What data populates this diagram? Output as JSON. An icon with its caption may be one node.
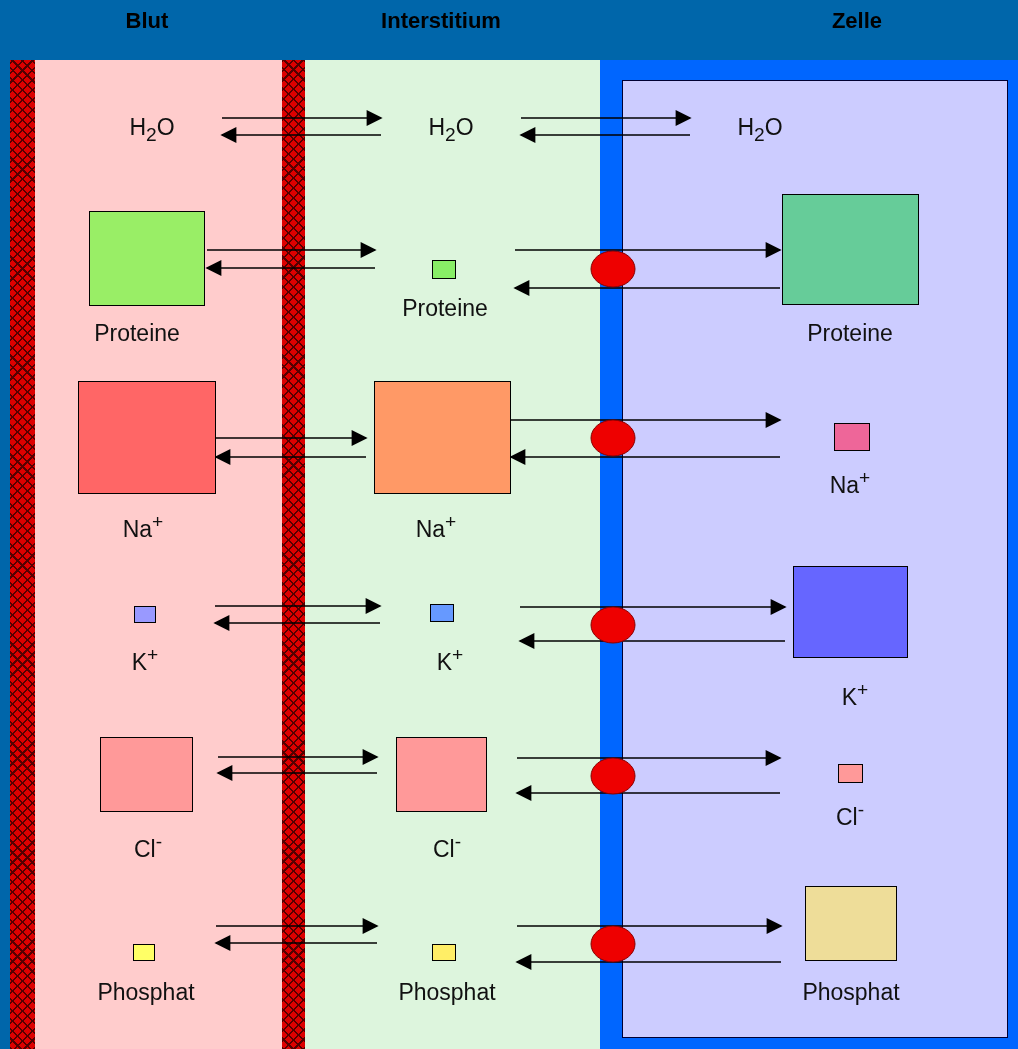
{
  "diagram": {
    "nodes": [
      {
        "text": [
          "Blut"
        ]
      },
      {
        "text": [
          "Interstitium"
        ]
      },
      {
        "text": [
          "Zelle"
        ]
      },
      {
        "text": [
          "H$_{2}$O"
        ],
        "in": 0
      },
      {
        "text": [
          "Proteine"
        ],
        "in": 0
      },
      {
        "text": [
          "Na$^{+}$"
        ],
        "in": 0
      },
      {
        "text": [
          "K$^{+}$"
        ],
        "in": 0
      },
      {
        "text": [
          "Cl$^{-}$"
        ],
        "in": 0
      },
      {
        "text": [
          "Phosphat"
        ],
        "in": 0
      },
      {
        "text": [
          "H$_{2}$O"
        ],
        "in": 1
      },
      {
        "text": [
          "Proteine"
        ],
        "in": 1
      },
      {
        "text": [
          "Na$^{+}$"
        ],
        "in": 1
      },
      {
        "text": [
          "K$^{+}$"
        ],
        "in": 1
      },
      {
        "text": [
          "Cl$^{-}$"
        ],
        "in": 1
      },
      {
        "text": [
          "Phosphat"
        ],
        "in": 1
      },
      {
        "text": [
          "H$_{2}$O"
        ],
        "in": 2
      },
      {
        "text": [
          "Proteine"
        ],
        "in": 2
      },
      {
        "text": [
          "Na$^{+}$"
        ],
        "in": 2
      },
      {
        "text": [
          "K$^{+}$"
        ],
        "in": 2
      },
      {
        "text": [
          "Cl$^{-}$"
        ],
        "in": 2
      },
      {
        "text": [
          "Phosphat"
        ],
        "in": 2
      }
    ],
    "edges": [
      {
        "from": 3,
        "to": 9,
        "arrow": "to"
      },
      {
        "from": 9,
        "to": 3,
        "arrow": "to"
      },
      {
        "from": 4,
        "to": 10,
        "arrow": "to"
      },
      {
        "from": 10,
        "to": 4,
        "arrow": "to"
      },
      {
        "from": 5,
        "to": 11,
        "arrow": "to"
      },
      {
        "from": 11,
        "to": 5,
        "arrow": "to"
      },
      {
        "from": 6,
        "to": 12,
        "arrow": "to"
      },
      {
        "from": 12,
        "to": 6,
        "arrow": "to"
      },
      {
        "from": 7,
        "to": 13,
        "arrow": "to"
      },
      {
        "from": 13,
        "to": 7,
        "arrow": "to"
      },
      {
        "from": 8,
        "to": 14,
        "arrow": "to"
      },
      {
        "from": 14,
        "to": 8,
        "arrow": "to"
      },
      {
        "from": 9,
        "to": 15,
        "arrow": "to"
      },
      {
        "from": 15,
        "to": 9,
        "arrow": "to"
      },
      {
        "from": 10,
        "to": 16,
        "arrow": "to"
      },
      {
        "from": 16,
        "to": 10,
        "arrow": "to"
      },
      {
        "from": 11,
        "to": 17,
        "arrow": "to"
      },
      {
        "from": 17,
        "to": 11,
        "arrow": "to"
      },
      {
        "from": 12,
        "to": 18,
        "arrow": "to"
      },
      {
        "from": 18,
        "to": 12,
        "arrow": "to"
      },
      {
        "from": 13,
        "to": 19,
        "arrow": "to"
      },
      {
        "from": 19,
        "to": 13,
        "arrow": "to"
      },
      {
        "from": 14,
        "to": 20,
        "arrow": "to"
      },
      {
        "from": 20,
        "to": 14,
        "arrow": "to"
      }
    ]
  }
}
